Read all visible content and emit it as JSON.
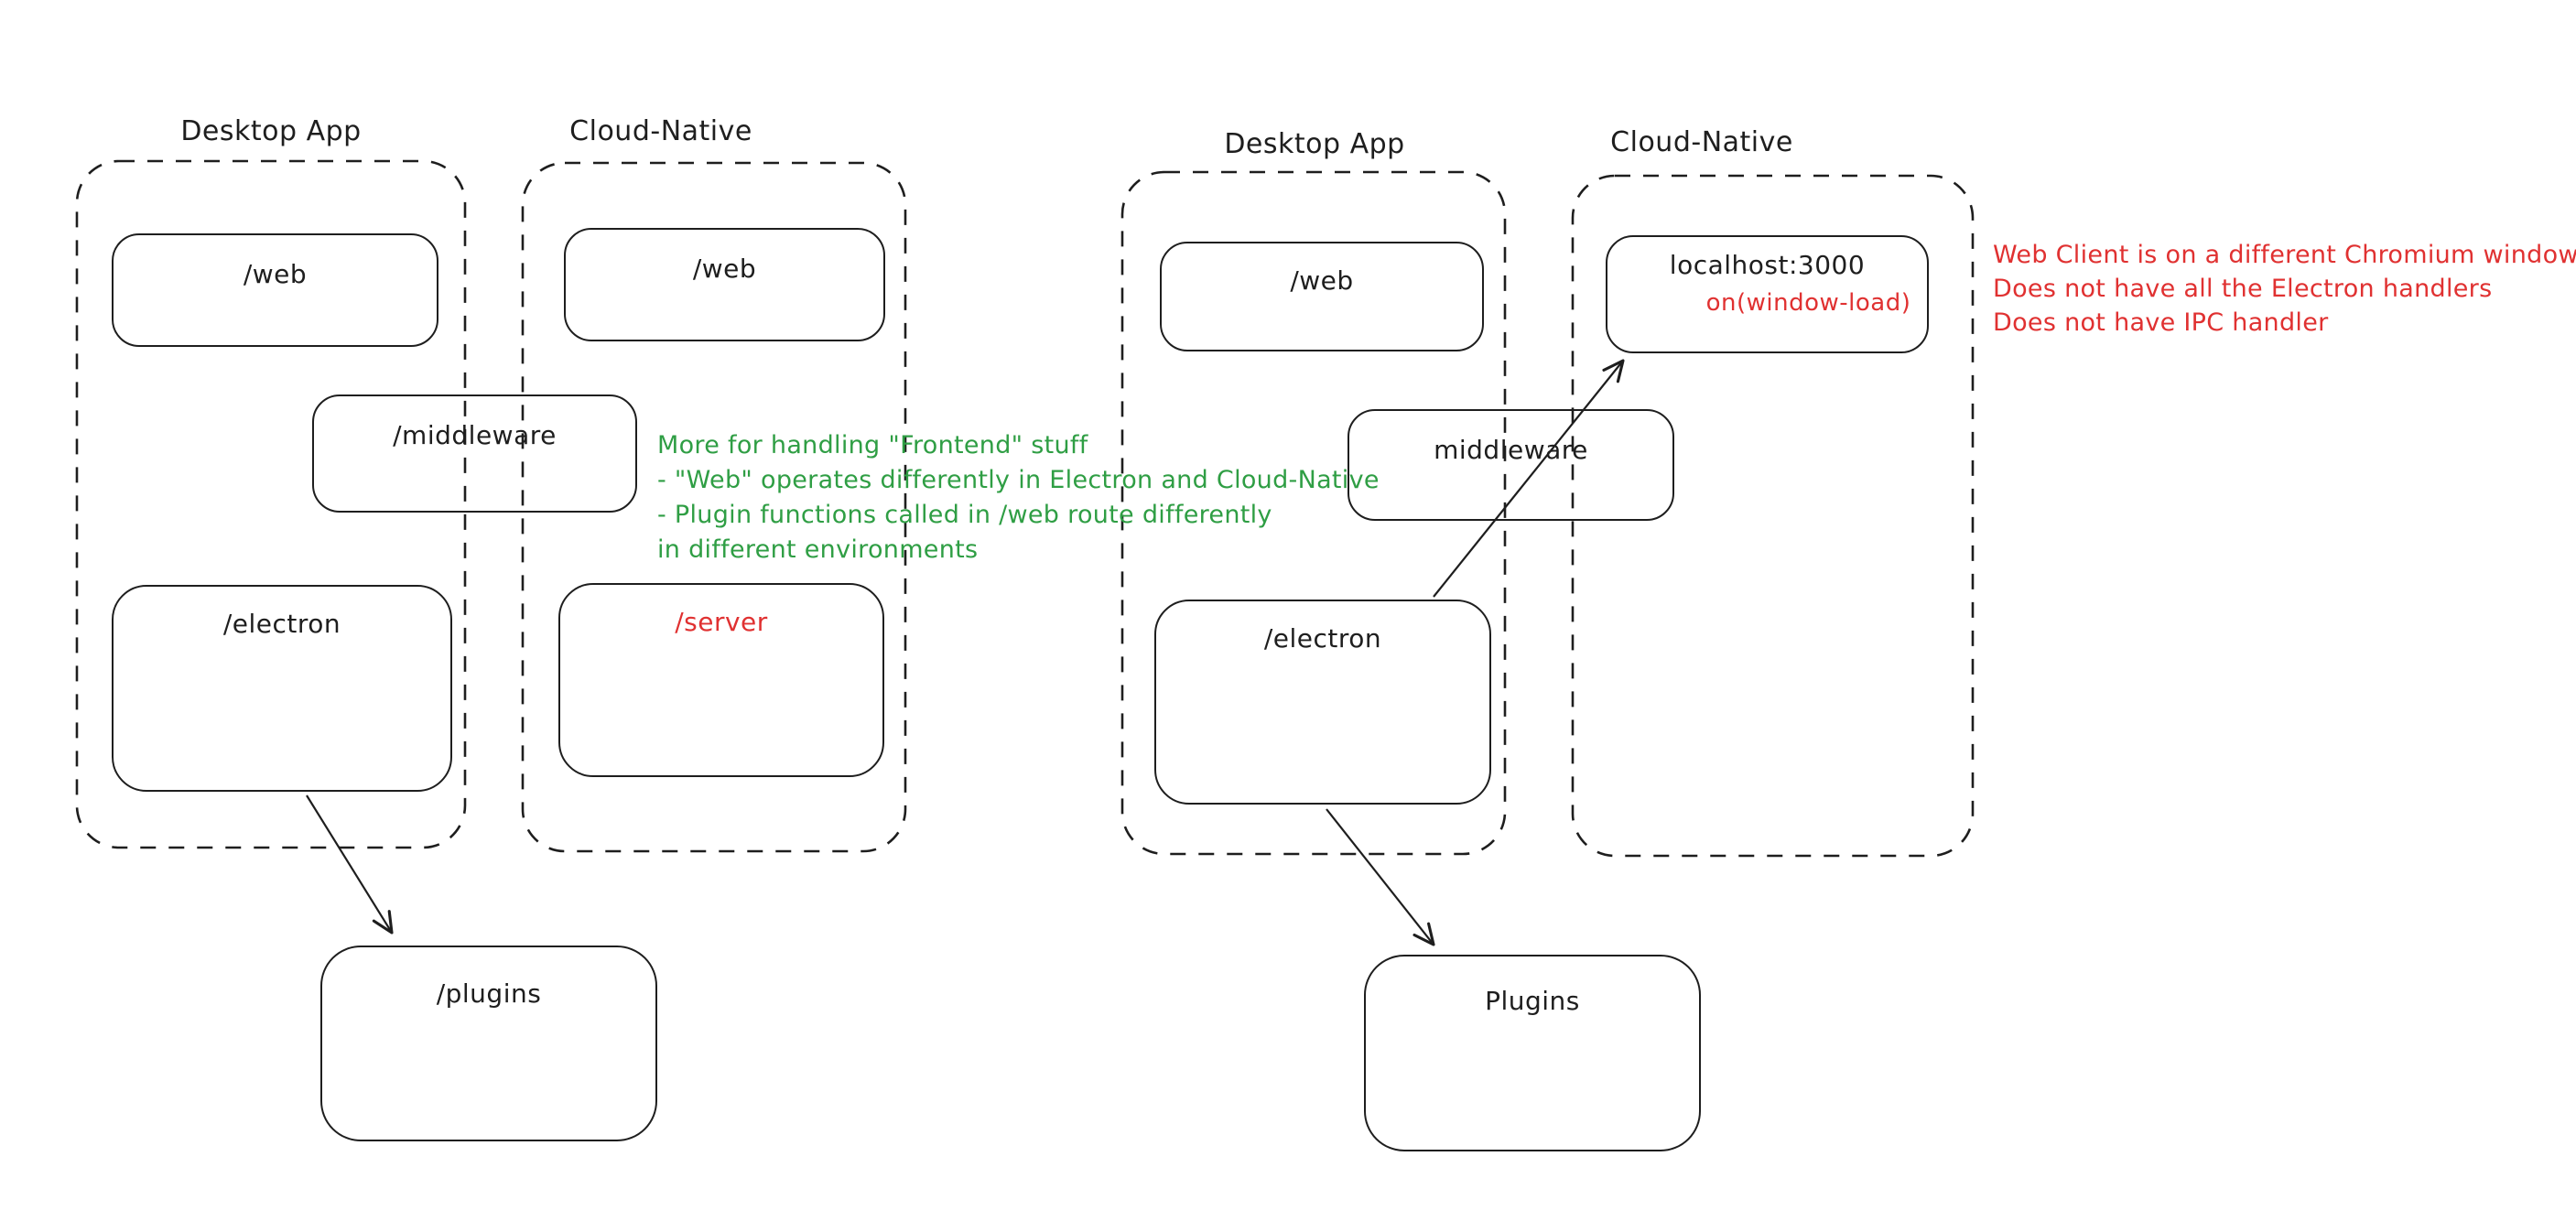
{
  "colors": {
    "ink": "#1e1e1e",
    "red": "#e03131",
    "green": "#2f9e44",
    "background": "#ffffff"
  },
  "left": {
    "desktop": {
      "label": "Desktop App",
      "web": "/web",
      "electron": "/electron"
    },
    "cloud": {
      "label": "Cloud-Native",
      "web": "/web",
      "server": "/server"
    },
    "middleware": "/middleware",
    "plugins": "/plugins",
    "green_note": {
      "lines": [
        "More for handling \"Frontend\" stuff",
        "- \"Web\" operates differently in Electron and Cloud-Native",
        "- Plugin functions called in /web route differently",
        "in different environments"
      ]
    }
  },
  "right": {
    "desktop": {
      "label": "Desktop App",
      "web": "/web",
      "electron": "/electron"
    },
    "cloud": {
      "label": "Cloud-Native",
      "localhost": "localhost:3000",
      "window_load": "on(window-load)"
    },
    "middleware": "middleware",
    "plugins": "Plugins",
    "red_note": {
      "lines": [
        "Web Client is on a different Chromium window",
        "Does not have all the Electron handlers",
        "Does not have IPC handler"
      ]
    }
  }
}
